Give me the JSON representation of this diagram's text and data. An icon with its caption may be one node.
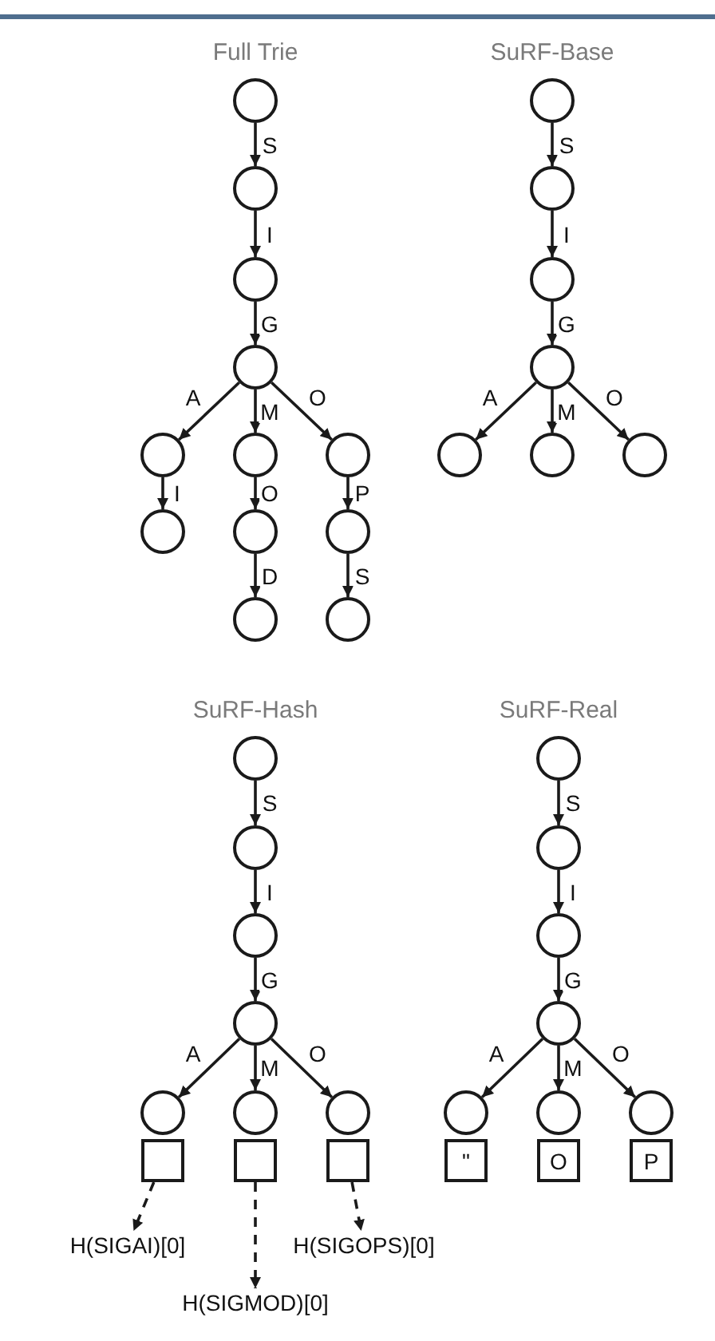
{
  "diagram": {
    "nodes": [
      {
        "text": [],
        "shape": "circle"
      },
      {
        "text": [],
        "shape": "circle"
      },
      {
        "text": [],
        "shape": "circle"
      },
      {
        "text": [],
        "shape": "circle"
      },
      {
        "text": [],
        "shape": "circle"
      },
      {
        "text": [],
        "shape": "circle"
      },
      {
        "text": [],
        "shape": "circle"
      },
      {
        "text": [],
        "shape": "circle"
      },
      {
        "text": [],
        "shape": "circle"
      },
      {
        "text": [],
        "shape": "circle"
      },
      {
        "text": [],
        "shape": "circle"
      },
      {
        "text": [],
        "shape": "circle"
      },
      {
        "text": [],
        "shape": "circle"
      },
      {
        "text": [],
        "shape": "circle"
      },
      {
        "text": [],
        "shape": "circle"
      },
      {
        "text": [],
        "shape": "circle"
      },
      {
        "text": [],
        "shape": "circle"
      },
      {
        "text": [],
        "shape": "circle"
      },
      {
        "text": [],
        "shape": "circle"
      },
      {
        "text": [],
        "shape": "circle"
      },
      {
        "text": [],
        "shape": "circle"
      },
      {
        "text": [],
        "shape": "circle"
      },
      {
        "text": [],
        "shape": "circle"
      },
      {
        "text": [],
        "shape": "circle"
      },
      {
        "text": [],
        "shape": "circle"
      },
      {
        "text": [],
        "shape": "circle"
      },
      {
        "text": [],
        "shape": "box"
      },
      {
        "text": [],
        "shape": "box"
      },
      {
        "text": [],
        "shape": "box"
      },
      {
        "text": [
          "H(SIGAI)[0]"
        ]
      },
      {
        "text": [
          "H(SIGOPS)[0]"
        ]
      },
      {
        "text": [
          "H(SIGMOD)[0]"
        ]
      },
      {
        "text": [],
        "shape": "circle"
      },
      {
        "text": [],
        "shape": "circle"
      },
      {
        "text": [],
        "shape": "circle"
      },
      {
        "text": [],
        "shape": "circle"
      },
      {
        "text": [],
        "shape": "circle"
      },
      {
        "text": [],
        "shape": "circle"
      },
      {
        "text": [],
        "shape": "circle"
      },
      {
        "text": [
          "\""
        ]
      },
      {
        "text": [
          "O"
        ]
      },
      {
        "text": [
          "P"
        ]
      }
    ],
    "edges": [
      {
        "from": 0,
        "to": 1,
        "arrow": "to",
        "label": "S"
      },
      {
        "from": 1,
        "to": 2,
        "arrow": "to",
        "label": "I"
      },
      {
        "from": 2,
        "to": 3,
        "arrow": "to",
        "label": "G"
      },
      {
        "from": 3,
        "to": 4,
        "arrow": "to",
        "label": "A"
      },
      {
        "from": 3,
        "to": 5,
        "arrow": "to",
        "label": "M"
      },
      {
        "from": 3,
        "to": 6,
        "arrow": "to",
        "label": "O"
      },
      {
        "from": 4,
        "to": 7,
        "arrow": "to",
        "label": "I"
      },
      {
        "from": 5,
        "to": 8,
        "arrow": "to",
        "label": "O"
      },
      {
        "from": 6,
        "to": 9,
        "arrow": "to",
        "label": "P"
      },
      {
        "from": 8,
        "to": 10,
        "arrow": "to",
        "label": "D"
      },
      {
        "from": 9,
        "to": 11,
        "arrow": "to",
        "label": "S"
      },
      {
        "from": 12,
        "to": 13,
        "arrow": "to",
        "label": "S"
      },
      {
        "from": 13,
        "to": 14,
        "arrow": "to",
        "label": "I"
      },
      {
        "from": 14,
        "to": 15,
        "arrow": "to",
        "label": "G"
      },
      {
        "from": 15,
        "to": 16,
        "arrow": "to",
        "label": "A"
      },
      {
        "from": 15,
        "to": 17,
        "arrow": "to",
        "label": "M"
      },
      {
        "from": 15,
        "to": 18,
        "arrow": "to",
        "label": "O"
      },
      {
        "from": 19,
        "to": 20,
        "arrow": "to",
        "label": "S"
      },
      {
        "from": 20,
        "to": 21,
        "arrow": "to",
        "label": "I"
      },
      {
        "from": 21,
        "to": 22,
        "arrow": "to",
        "label": "G"
      },
      {
        "from": 22,
        "to": 23,
        "arrow": "to",
        "label": "A"
      },
      {
        "from": 22,
        "to": 24,
        "arrow": "to",
        "label": "M"
      },
      {
        "from": 22,
        "to": 25,
        "arrow": "to",
        "label": "O"
      },
      {
        "from": 26,
        "to": 29,
        "arrow": "to",
        "style": "dashed"
      },
      {
        "from": 27,
        "to": 31,
        "arrow": "to",
        "style": "dashed"
      },
      {
        "from": 28,
        "to": 30,
        "arrow": "to",
        "style": "dashed"
      },
      {
        "from": 32,
        "to": 33,
        "arrow": "to",
        "label": "S"
      },
      {
        "from": 33,
        "to": 34,
        "arrow": "to",
        "label": "I"
      },
      {
        "from": 34,
        "to": 35,
        "arrow": "to",
        "label": "G"
      },
      {
        "from": 35,
        "to": 36,
        "arrow": "to",
        "label": "A"
      },
      {
        "from": 35,
        "to": 37,
        "arrow": "to",
        "label": "M"
      },
      {
        "from": 35,
        "to": 38,
        "arrow": "to",
        "label": "O"
      }
    ],
    "labels": [
      "Full Trie",
      "SuRF-Base",
      "SuRF-Hash",
      "SuRF-Real"
    ]
  }
}
